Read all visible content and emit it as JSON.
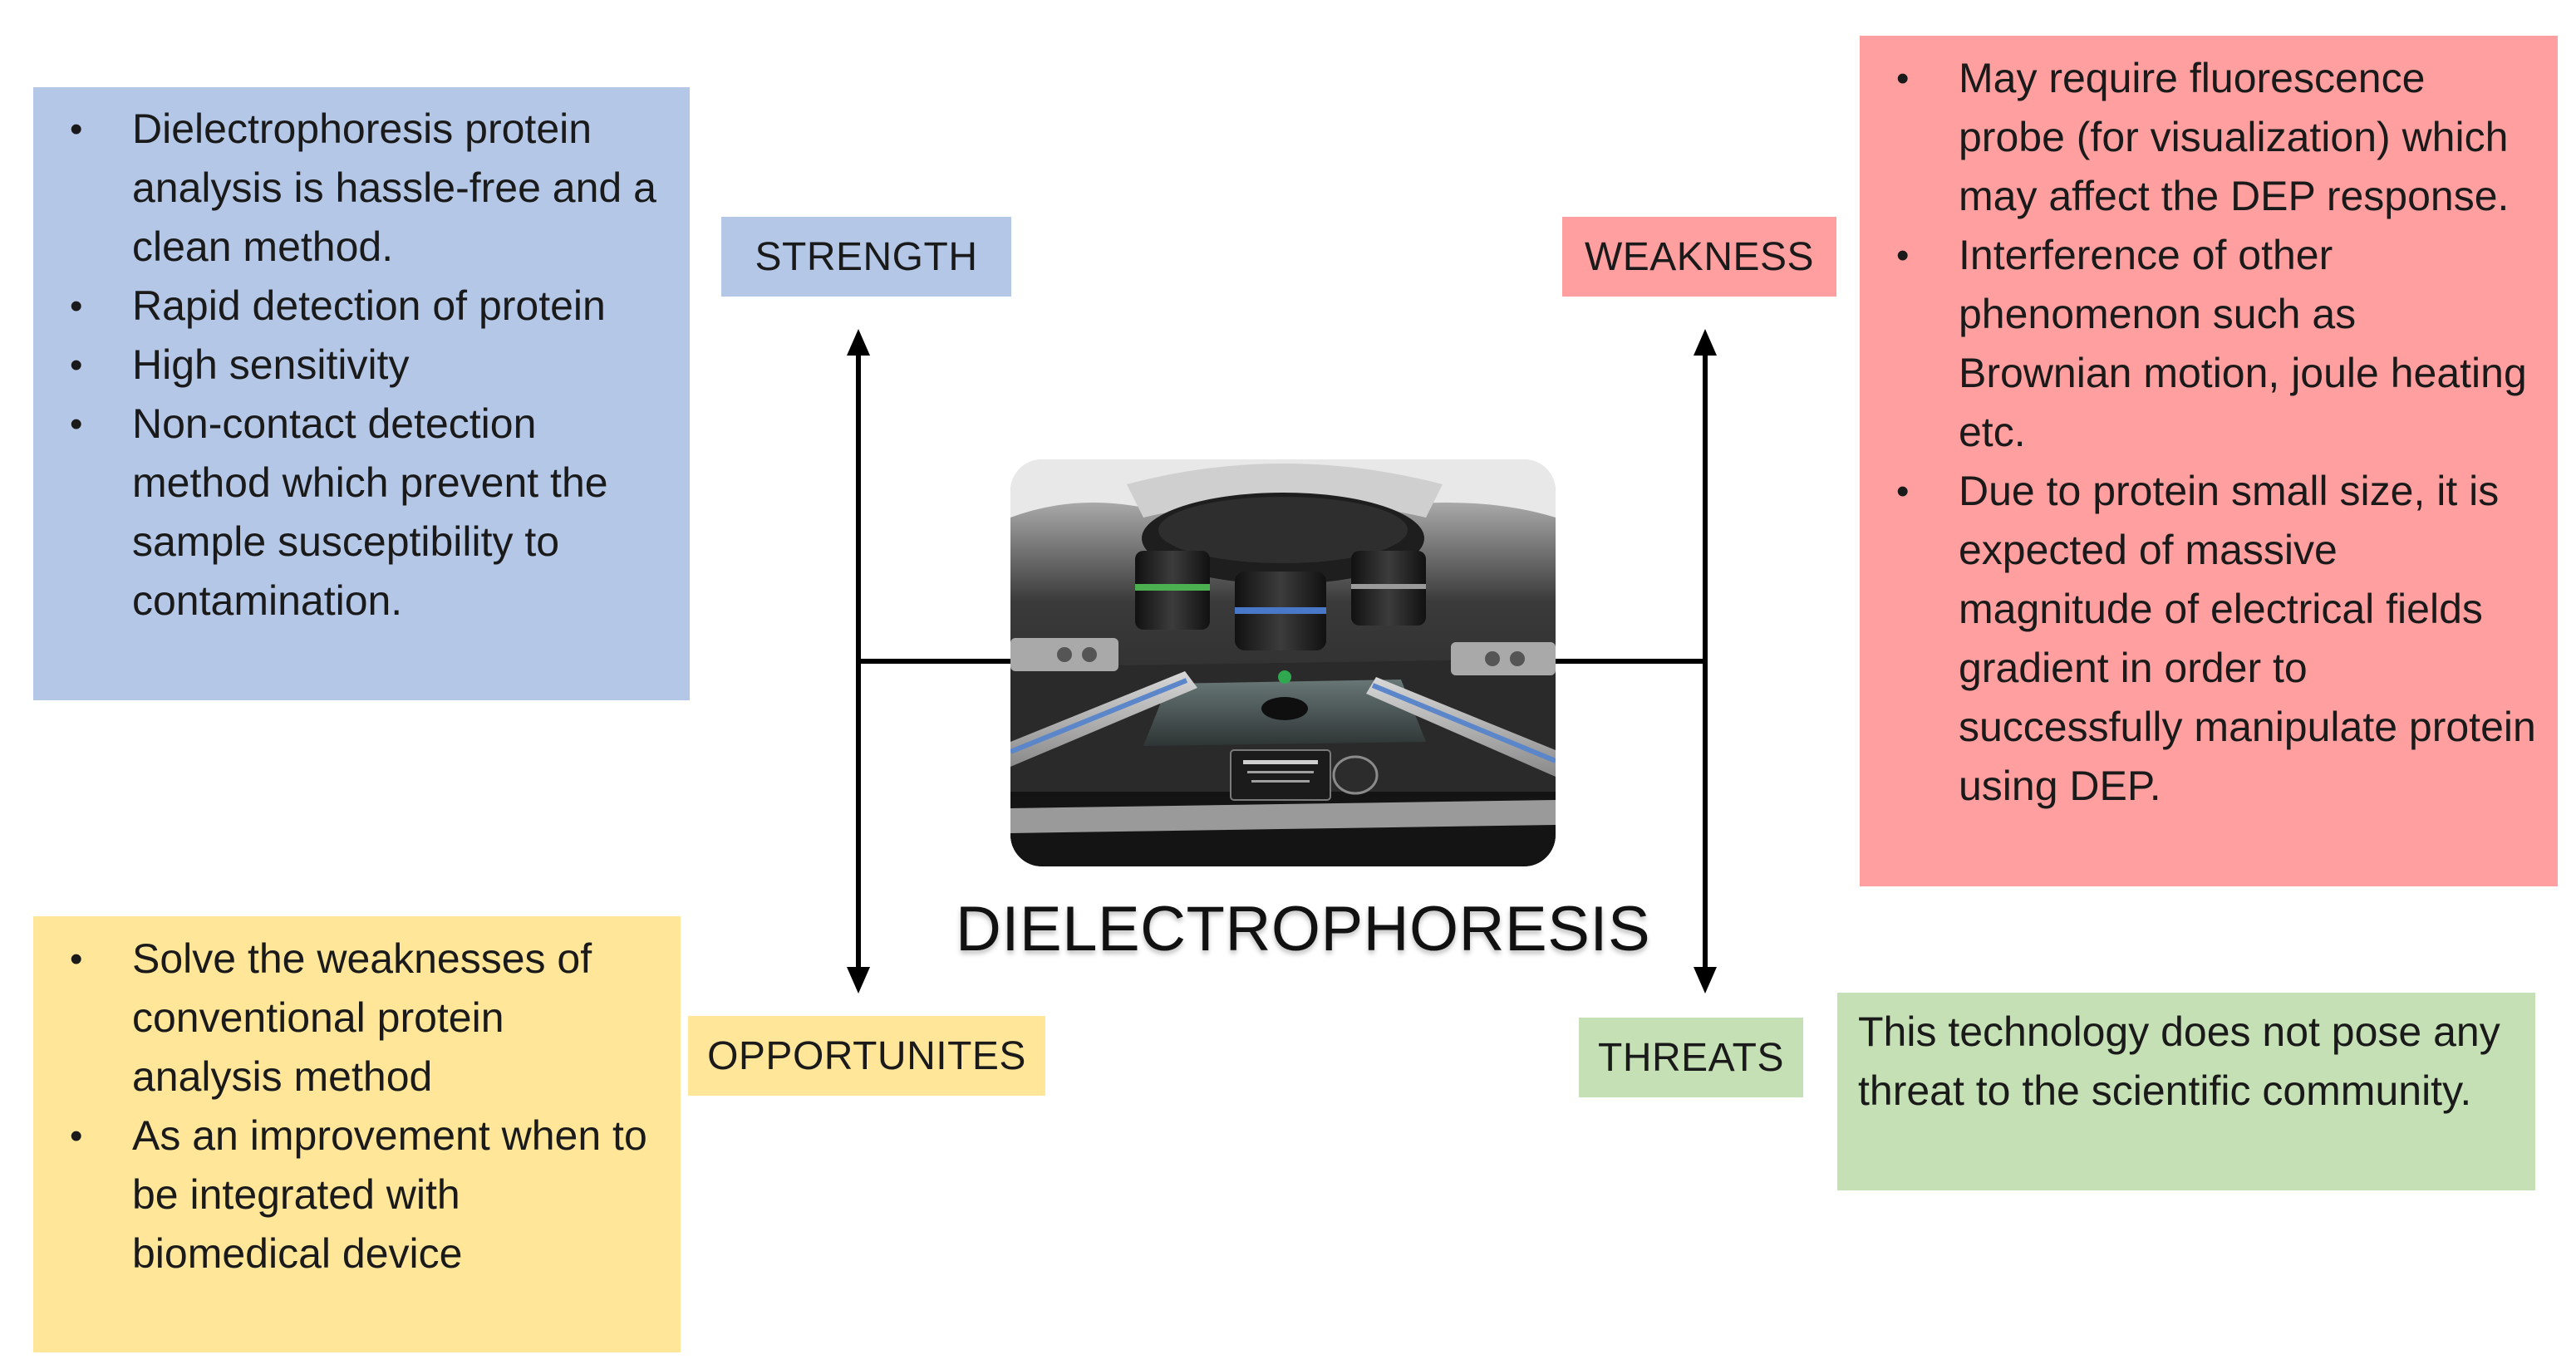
{
  "center": {
    "title": "DIELECTROPHORESIS",
    "photo_icon": "microscope-stage-photo"
  },
  "quadrants": {
    "strength": {
      "label": "STRENGTH",
      "color": "#b4c7e7",
      "points": [
        "Dielectrophoresis protein analysis is hassle-free and a clean method.",
        " Rapid detection of protein",
        "High sensitivity",
        "Non-contact detection method which prevent the sample susceptibility to contamination."
      ]
    },
    "weakness": {
      "label": "WEAKNESS",
      "color": "#ff9f9f",
      "points": [
        "May require fluorescence probe (for visualization) which may affect the DEP response.",
        "Interference of other phenomenon such as Brownian motion, joule heating etc.",
        "Due to protein small size, it is expected of massive magnitude of electrical fields gradient in order to successfully manipulate protein using DEP."
      ]
    },
    "opportunities": {
      "label": "OPPORTUNITES",
      "color": "#ffe699",
      "points": [
        "Solve the weaknesses of conventional protein analysis method",
        "As an improvement when to be integrated with biomedical device"
      ]
    },
    "threats": {
      "label": "THREATS",
      "color": "#c5e0b4",
      "text": "This technology does not pose any threat to the scientific community."
    }
  }
}
